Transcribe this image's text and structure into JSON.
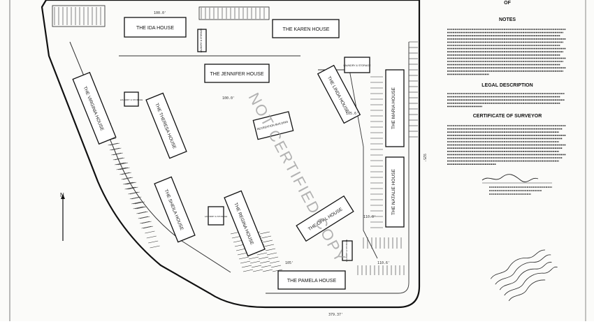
{
  "buildings": {
    "ida": "THE IDA HOUSE",
    "karen": "THE KAREN HOUSE",
    "jennifer": "THE JENNIFER HOUSE",
    "virginia": "THE VIRGINIA HOUSE",
    "theresa": "THE THERESA HOUSE",
    "linda": "THE LINDA HOUSE",
    "maria": "THE MARIA HOUSE",
    "sheila": "THE SHEILA HOUSE",
    "regina": "THE REGINA HOUSE",
    "opal": "THE OPAL HOUSE",
    "natalie": "THE NATALIE HOUSE",
    "pamela": "THE PAMELA HOUSE",
    "recreation": "RECREATION BUILDING"
  },
  "utility": {
    "laundry_storage": "LAUNDRY & STORAGE"
  },
  "dimensions": {
    "bottom_edge": "379.37'",
    "right_edge": "925'",
    "top_left": "100.0'",
    "small_a": "105.6'",
    "small_b": "110.0'",
    "small_c": "105'",
    "small_d": "110.6'",
    "small_e": "100.0'"
  },
  "watermark": "NOT CERTIFIED COPY",
  "north": "N",
  "sidebar": {
    "letter": "OF",
    "notes_heading": "NOTES",
    "legal_heading": "LEGAL DESCRIPTION",
    "certificate_heading": "CERTIFICATE OF SURVEYOR"
  }
}
